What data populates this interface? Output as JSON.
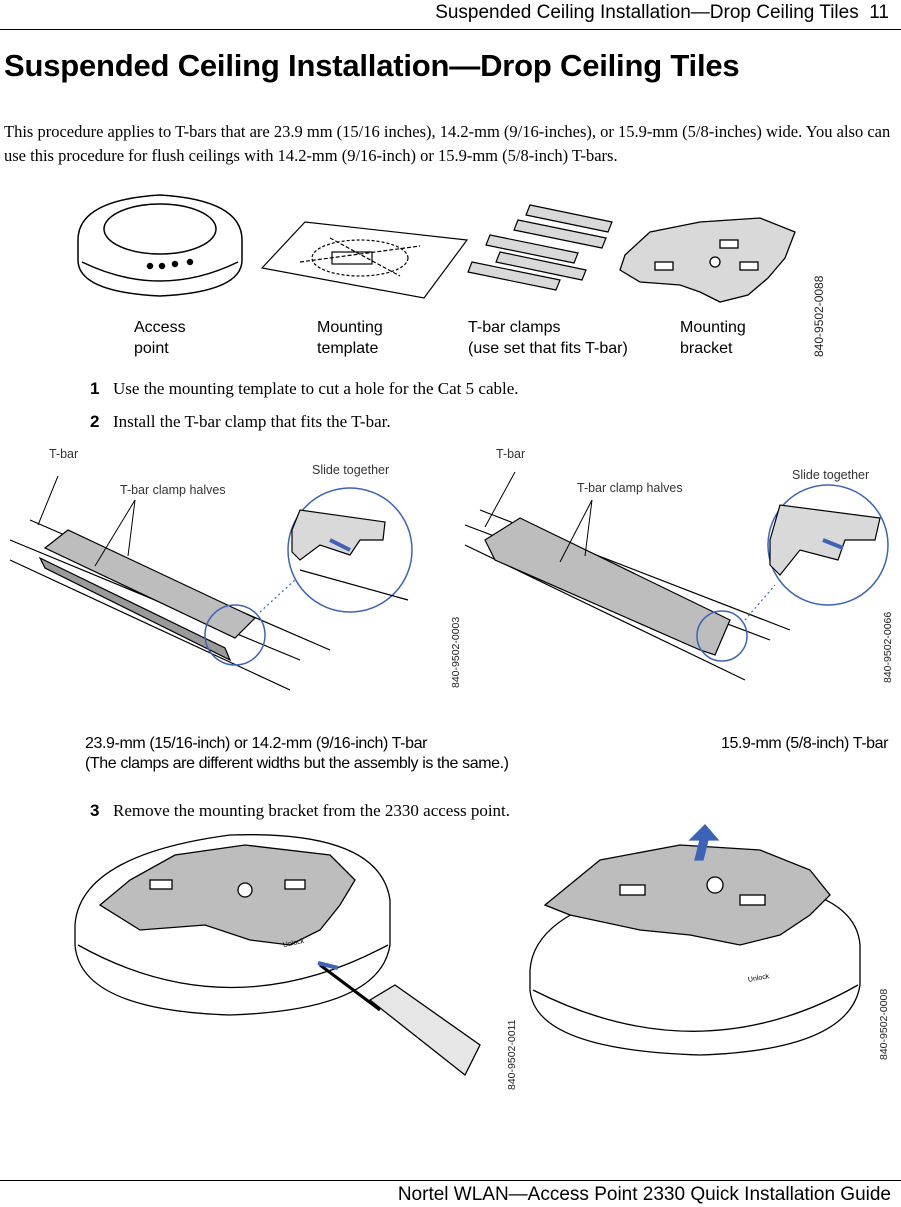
{
  "header": {
    "running_title": "Suspended Ceiling Installation—Drop Ceiling Tiles",
    "page_number": "11"
  },
  "title": "Suspended Ceiling Installation—Drop Ceiling Tiles",
  "intro": "This procedure applies to T-bars that are 23.9 mm (15/16 inches), 14.2-mm (9/16-inches), or 15.9-mm (5/8-inches) wide. You also can use this procedure for flush ceilings with 14.2-mm (9/16-inch) or 15.9-mm (5/8-inch) T-bars.",
  "figure1": {
    "labels": {
      "access_point": [
        "Access",
        "point"
      ],
      "mounting_template": [
        "Mounting",
        "template"
      ],
      "tbar_clamps": [
        "T-bar clamps",
        "(use set that fits T-bar)"
      ],
      "mounting_bracket": [
        "Mounting",
        "bracket"
      ]
    },
    "figure_number": "840-9502-0088"
  },
  "steps": [
    {
      "num": "1",
      "text": "Use the mounting template to cut a hole for the Cat 5 cable."
    },
    {
      "num": "2",
      "text": "Install the T-bar clamp that fits the T-bar."
    },
    {
      "num": "3",
      "text": "Remove the mounting bracket from the 2330 access point."
    }
  ],
  "figure2": {
    "left": {
      "tbar": "T-bar",
      "halves": "T-bar clamp halves",
      "slide": "Slide together",
      "figure_number": "840-9502-0003",
      "caption": [
        "23.9-mm (15/16-inch) or 14.2-mm (9/16-inch) T-bar",
        "(The clamps are different widths but the assembly is the same.)"
      ]
    },
    "right": {
      "tbar": "T-bar",
      "halves": "T-bar clamp halves",
      "slide": "Slide together",
      "figure_number": "840-9502-0066",
      "caption": [
        "15.9-mm (5/8-inch) T-bar"
      ]
    }
  },
  "figure3": {
    "left_number": "840-9502-0011",
    "right_number": "840-9502-0008",
    "unlock_label": "Unlock"
  },
  "footer": {
    "guide_title": "Nortel WLAN—Access Point 2330 Quick Installation Guide"
  },
  "colors": {
    "tint": "#bdbdbd",
    "line": "#000000",
    "zoom_circle": "#3d63b8"
  }
}
